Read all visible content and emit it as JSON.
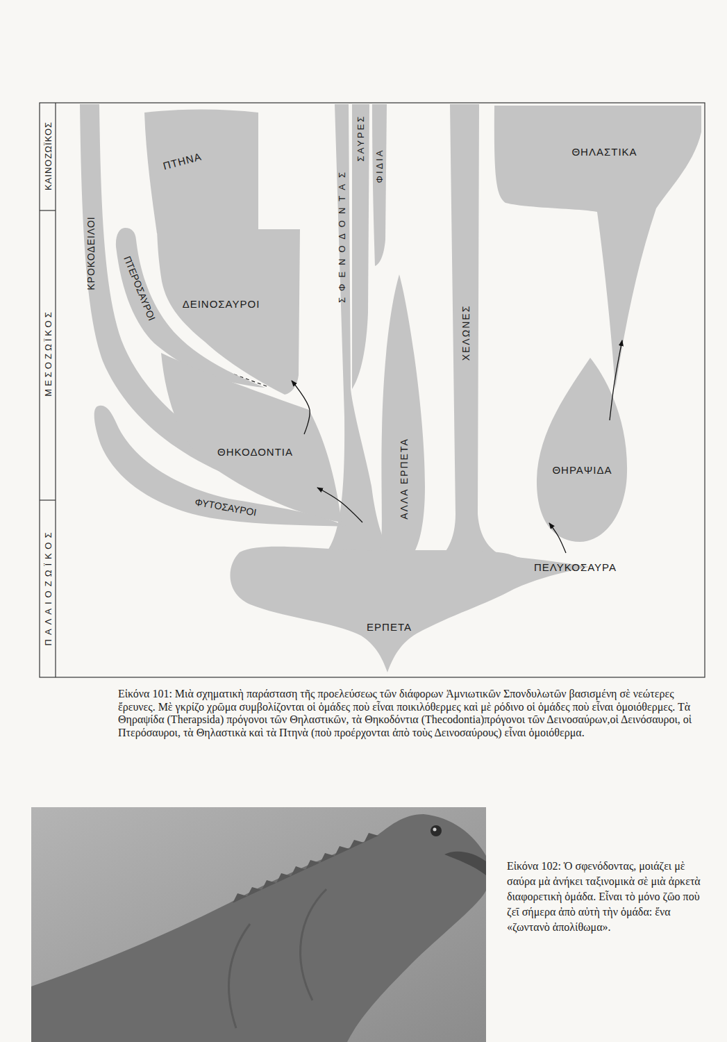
{
  "diagram": {
    "caption": "Εἰκόνα 101: Μιὰ σχηματικὴ παράσταση τῆς προελεύσεως τῶν διάφορων Ἀμνιωτικῶν Σπονδυλωτῶν βασισμένη σὲ νεώτερες ἔρευνες. Μὲ γκρίζο χρῶμα συμβολίζονται οἱ ὁμάδες ποὺ εἶναι ποικιλόθερμες καὶ μὲ ρόδινο οἱ ὁμάδες ποὺ εἶναι ὁμοιόθερμες. Τὰ Θηραψίδα (Therapsida) πρόγονοι τῶν Θηλαστικῶν, τὰ Θηκοδόντια (Thecodontia)πρόγονοι τῶν Δεινοσαύρων,οἱ Δεινόσαυροι, οἱ Πτερόσαυροι, τὰ Θηλαστικὰ καὶ τὰ Πτηνὰ (ποὺ προέρχονται ἀπὸ τοὺς Δεινοσαύρους) εἶναι ὁμοιόθερμα.",
    "nodes": [
      {
        "text": [
          "ΚΑΙΝΟΖΩΪΚΟΣ"
        ]
      },
      {
        "text": [
          "ΜΕΣΟΖΩΪΚΟΣ"
        ]
      },
      {
        "text": [
          "ΠΑΛΑΙΟΖΩΪΚΟΣ"
        ]
      },
      {
        "text": [
          "ΠΤΗΝΑ"
        ]
      },
      {
        "text": [
          "ΘΗΛΑΣΤΙΚΑ"
        ]
      },
      {
        "text": [
          "ΚΡΟΚΟΔΕΙΛΟΙ"
        ]
      },
      {
        "text": [
          "ΣΦΕΝΟΔΟΝΤΑΣ"
        ]
      },
      {
        "text": [
          "ΣΑΥΡΕΣ"
        ]
      },
      {
        "text": [
          "ΦΙΔΙΑ"
        ]
      },
      {
        "text": [
          "ΠΤΕΡΟΣΑΥΡΟΙ"
        ]
      },
      {
        "text": [
          "ΔΕΙΝΟΣΑΥΡΟΙ"
        ]
      },
      {
        "text": [
          "ΧΕΛΩΝΕΣ"
        ]
      },
      {
        "text": [
          "ΘΗΚΟΔΟΝΤΙΑ"
        ]
      },
      {
        "text": [
          "ΑΛΛΑ ΕΡΠΕΤΑ"
        ]
      },
      {
        "text": [
          "ΘΗΡΑΨΙΔΑ"
        ]
      },
      {
        "text": [
          "ΦΥΤΟΣΑΥΡΟΙ"
        ]
      },
      {
        "text": [
          "ΠΕΛΥΚΟΣΑΥΡΑ"
        ]
      },
      {
        "text": [
          "ΕΡΠΕΤΑ"
        ]
      }
    ],
    "edges": [
      {
        "from": 16,
        "to": 14,
        "arrow": "to"
      },
      {
        "from": 14,
        "to": 4,
        "arrow": "to"
      },
      {
        "from": 17,
        "to": 12,
        "arrow": "to"
      },
      {
        "from": 12,
        "to": 10,
        "arrow": "to"
      }
    ],
    "labels": [
      "Εἰκόνα 102: Ὁ σφενόδοντας, μοιάζει μὲ σαύρα μὰ ἀνήκει ταξινομικὰ σὲ μιὰ ἀρκετὰ διαφορετικὴ ὁμάδα. Εἶναι τὸ μόνο ζῶο ποὺ ζεῖ σήμερα ἀπὸ αὐτὴ τὴν ὁμάδα: ἕνα «ζωντανὸ ἀπολίθωμα»."
    ]
  }
}
